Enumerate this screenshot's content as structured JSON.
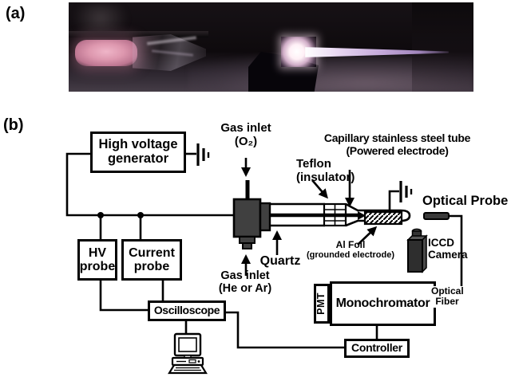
{
  "panels": {
    "a": "(a)",
    "b": "(b)"
  },
  "photo": {
    "colors": {
      "plasma_pink_glow": "#dd97ae",
      "plasma_core": "#ffffff",
      "plasma_beam_purple": "#c2a6d8",
      "background": "#110d10"
    }
  },
  "diagram": {
    "boxes": {
      "hv_generator": {
        "line1": "High voltage",
        "line2": "generator"
      },
      "hv_probe": {
        "line1": "HV",
        "line2": "probe"
      },
      "current_probe": {
        "line1": "Current",
        "line2": "probe"
      },
      "oscilloscope": {
        "label": "Oscilloscope"
      },
      "pmt": {
        "label": "PMT"
      },
      "monochromator": {
        "label": "Monochromator"
      },
      "controller": {
        "label": "Controller"
      }
    },
    "labels": {
      "gas_inlet_top": {
        "line1": "Gas inlet",
        "line2": "(O₂)"
      },
      "teflon": {
        "line1": "Teflon",
        "line2": "(insulator)"
      },
      "capillary": {
        "line1": "Capillary stainless steel tube",
        "line2": "(Powered electrode)"
      },
      "optical_probe": {
        "label": "Optical Probe"
      },
      "iccd_camera": {
        "line1": "ICCD",
        "line2": "Camera"
      },
      "al_foil": {
        "line1": "Al Foil",
        "line2": "(grounded electrode)"
      },
      "quartz": {
        "label": "Quartz"
      },
      "gas_inlet_bottom": {
        "line1": "Gas inlet",
        "line2": "(He or Ar)"
      },
      "optical_fiber": {
        "line1": "Optical",
        "line2": "Fiber"
      }
    },
    "colors": {
      "device_body_gray": "#404040",
      "line_black": "#000000"
    }
  }
}
